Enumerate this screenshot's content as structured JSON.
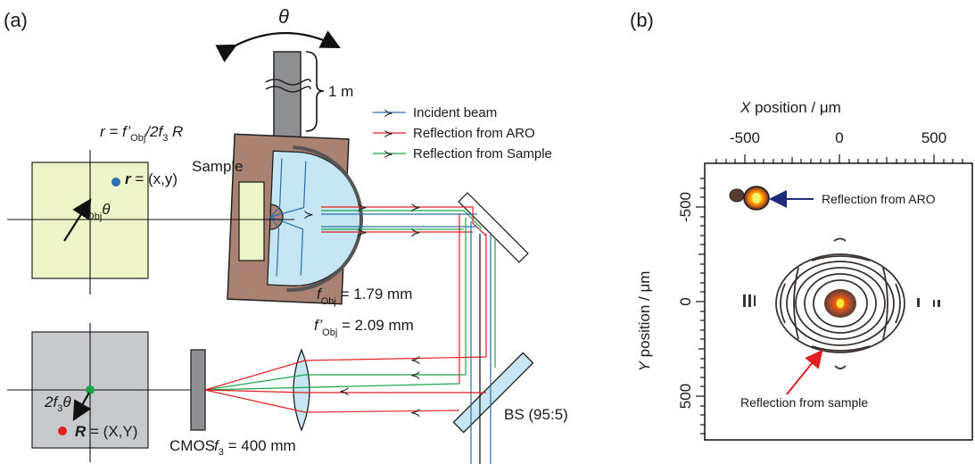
{
  "panel_a": {
    "label": "(a)",
    "theta": "θ",
    "one_meter": "1 m",
    "sample": "Sample",
    "r_formula": {
      "lhs": "r = f’",
      "sub": "Obj",
      "rhs": "/2f",
      "sub3": "3",
      "tail": " R"
    },
    "r_point": {
      "bold": "r",
      "eq": " = (x,y)"
    },
    "f_theta": {
      "main": "f’",
      "sub": "Obj",
      "tail": "θ"
    },
    "two_f3": {
      "main": "2f",
      "sub": "3",
      "tail": "θ"
    },
    "R_point": {
      "bold": "R",
      "eq": " = (X,Y)"
    },
    "f_obj": {
      "main": "f",
      "sub": "Obj",
      "tail": " = 1.79 mm"
    },
    "f_obj_prime": {
      "main": "f’",
      "sub": "Obj",
      "tail": " = 2.09 mm"
    },
    "bs": "BS (95:5)",
    "cmos": "CMOS",
    "f3": {
      "main": "f",
      "sub": "3",
      "tail": " = 400 mm"
    },
    "legend": [
      {
        "label": "Incident beam",
        "color": "#2a6fb0"
      },
      {
        "label": "Reflection from ARO",
        "color": "#e02020"
      },
      {
        "label": "Reflection from Sample",
        "color": "#1aa34a"
      }
    ]
  },
  "panel_b": {
    "label": "(b)",
    "x_axis_title": {
      "italic": "X",
      "rest": " position / μm"
    },
    "y_axis_title": {
      "italic": "Y",
      "rest": " position / μm"
    },
    "x_ticks": [
      "-500",
      "0",
      "500"
    ],
    "y_ticks": [
      "-500",
      "0",
      "500"
    ],
    "annot_aro": "Reflection from ARO",
    "annot_sample": "Reflection from sample"
  },
  "colors": {
    "green_panel": "#eef3c8",
    "gray_panel": "#c8c9cc",
    "brown_mount": "#a98272",
    "lens_blue": "#c5e6f2",
    "incident": "#2a6fb0",
    "aro": "#e02020",
    "sample_refl": "#1aa34a"
  }
}
